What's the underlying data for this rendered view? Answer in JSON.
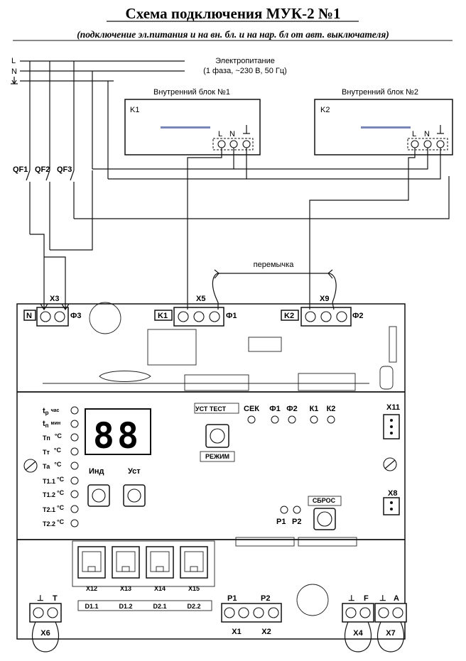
{
  "title": "Схема подключения МУК-2 №1",
  "subtitle": "(подключение эл.питания и на вн. бл. и на нар. бл от авт. выключателя)",
  "power": {
    "L": "L",
    "N": "N",
    "line1": "Электропитание",
    "line2": "(1 фаза, ~230 В, 50 Гц)"
  },
  "indoor1": {
    "title": "Внутренний блок №1",
    "code": "K1",
    "L": "L",
    "N": "N"
  },
  "indoor2": {
    "title": "Внутренний блок №2",
    "code": "K2",
    "L": "L",
    "N": "N"
  },
  "breakers": [
    "QF1",
    "QF2",
    "QF3"
  ],
  "jumper_label": "перемычка",
  "top_terminals": {
    "x3": {
      "name": "X3",
      "left": "N",
      "right": "Ф3"
    },
    "x5": {
      "name": "X5",
      "left": "K1",
      "right": "Ф1"
    },
    "x9": {
      "name": "X9",
      "left": "K2",
      "right": "Ф2"
    }
  },
  "indicators": [
    {
      "main": "t",
      "sub": "р",
      "unit": "час"
    },
    {
      "main": "t",
      "sub": "п",
      "unit": "мин"
    },
    {
      "main": "Тп",
      "sub": "",
      "unit": "°С"
    },
    {
      "main": "Тт",
      "sub": "",
      "unit": "°С"
    },
    {
      "main": "Та",
      "sub": "",
      "unit": "°С"
    },
    {
      "main": "Т1.1",
      "sub": "",
      "unit": "°С"
    },
    {
      "main": "Т1.2",
      "sub": "",
      "unit": "°С"
    },
    {
      "main": "Т2.1",
      "sub": "",
      "unit": "°С"
    },
    {
      "main": "Т2.2",
      "sub": "",
      "unit": "°С"
    }
  ],
  "display_value": "88",
  "buttons": {
    "ind": "Инд",
    "ust": "Уст",
    "mode": "РЕЖИМ",
    "reset": "СБРОС",
    "ust_test": "УСТ ТЕСТ"
  },
  "status_leds": [
    "СЕК",
    "Ф1",
    "Ф2",
    "К1",
    "К2"
  ],
  "p_leds": [
    "P1",
    "P2"
  ],
  "side_connectors": [
    "X11",
    "X8"
  ],
  "bottom": {
    "rj_labels": [
      "X12",
      "X13",
      "X14",
      "X15"
    ],
    "d_labels": [
      "D1.1",
      "D1.2",
      "D2.1",
      "D2.2"
    ],
    "x6": {
      "name": "X6",
      "left": "⊥",
      "right": "T"
    },
    "x1x2": {
      "p1": "P1",
      "p2": "P2",
      "x1": "X1",
      "x2": "X2"
    },
    "x4": {
      "name": "X4",
      "left": "⊥",
      "right": "F"
    },
    "x7": {
      "name": "X7",
      "left": "⊥",
      "right": "A"
    }
  }
}
